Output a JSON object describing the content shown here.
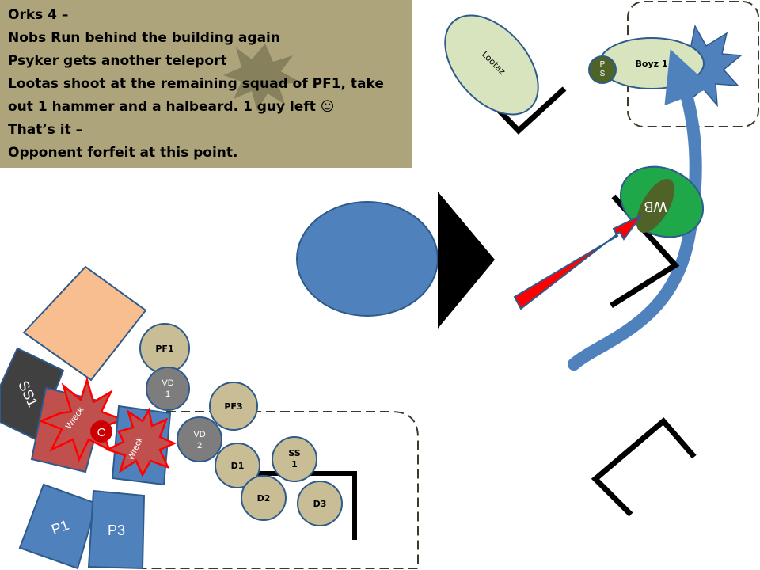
{
  "notes": {
    "lines": [
      "Orks 4 –",
      "Nobs Run behind the building again",
      "Psyker gets another teleport",
      "Lootas shoot at the remaining squad of PF1, take",
      "out 1 hammer and a halbeard.  1 guy left ☺",
      "That’s it –",
      "Opponent forfeit at this point."
    ]
  },
  "orks": {
    "lootaz": "Lootaz",
    "boyz": "Boyz 1",
    "psyker": "P S",
    "wb": "WB"
  },
  "units": {
    "pf1": "PF1",
    "vd1": "VD 1",
    "pf3": "PF3",
    "vd2": "VD 2",
    "d1": "D1",
    "ss1_small": "SS 1",
    "d2": "D2",
    "d3": "D3",
    "ss1_vehicle": "SS1",
    "wreck1": "Wreck",
    "wreck2": "Wreck",
    "c": "C",
    "p1": "P1",
    "p3": "P3"
  },
  "colors": {
    "note_bg": "#aea47c",
    "unit_tan": "#c8bd95",
    "unit_grey": "#7d7d7d",
    "blue": "#4f81bd",
    "lootaz_fill": "#d7e4bd",
    "psyker_fill": "#4f6228",
    "wb_fill": "#1ea84a",
    "wreck_red": "#c0504d",
    "red": "#e32222",
    "orange_building": "#f9be8f",
    "ss1_dark": "#404040"
  }
}
